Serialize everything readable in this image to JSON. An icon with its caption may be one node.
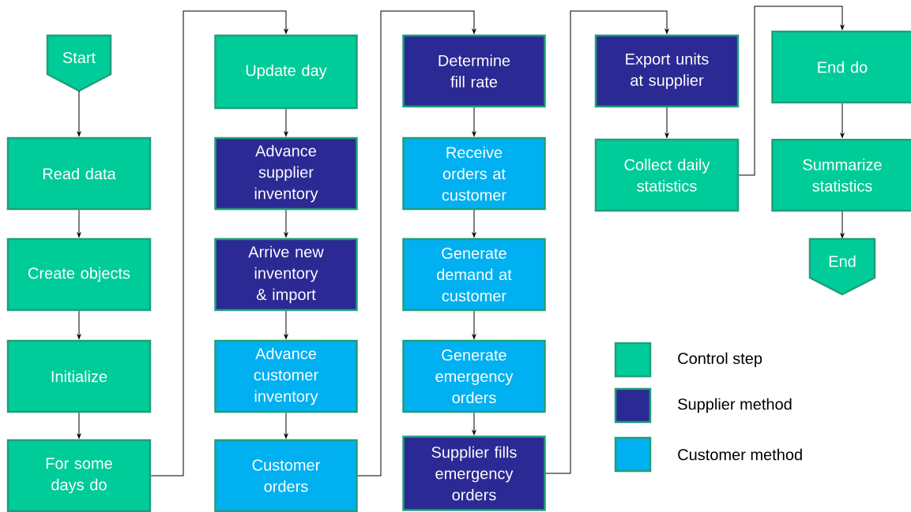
{
  "diagram": {
    "nodes": [
      {
        "text": [
          "Start"
        ]
      },
      {
        "text": [
          "Read data"
        ]
      },
      {
        "text": [
          "Create objects"
        ]
      },
      {
        "text": [
          "Initialize"
        ]
      },
      {
        "text": [
          "For some days do"
        ]
      },
      {
        "text": [
          "Update day"
        ]
      },
      {
        "text": [
          "Advance supplier inventory"
        ]
      },
      {
        "text": [
          "Arrive new inventory & import"
        ]
      },
      {
        "text": [
          "Advance customer inventory"
        ]
      },
      {
        "text": [
          "Customer orders"
        ]
      },
      {
        "text": [
          "Determine fill rate"
        ]
      },
      {
        "text": [
          "Receive orders at customer"
        ]
      },
      {
        "text": [
          "Generate demand at customer"
        ]
      },
      {
        "text": [
          "Generate emergency orders"
        ]
      },
      {
        "text": [
          "Supplier fills emergency orders"
        ]
      },
      {
        "text": [
          "Export units at supplier"
        ]
      },
      {
        "text": [
          "Collect daily statistics"
        ]
      },
      {
        "text": [
          "End do"
        ]
      },
      {
        "text": [
          "Summarize statistics"
        ]
      },
      {
        "text": [
          "End"
        ]
      }
    ],
    "edges": [
      {
        "from": 0,
        "to": 1,
        "arrow": "to"
      },
      {
        "from": 1,
        "to": 2,
        "arrow": "to"
      },
      {
        "from": 2,
        "to": 3,
        "arrow": "to"
      },
      {
        "from": 3,
        "to": 4,
        "arrow": "to"
      },
      {
        "from": 4,
        "to": 5,
        "arrow": "to"
      },
      {
        "from": 5,
        "to": 6,
        "arrow": "to"
      },
      {
        "from": 6,
        "to": 7,
        "arrow": "to"
      },
      {
        "from": 7,
        "to": 8,
        "arrow": "to"
      },
      {
        "from": 8,
        "to": 9,
        "arrow": "to"
      },
      {
        "from": 9,
        "to": 10,
        "arrow": "to"
      },
      {
        "from": 10,
        "to": 11,
        "arrow": "to"
      },
      {
        "from": 11,
        "to": 12,
        "arrow": "to"
      },
      {
        "from": 12,
        "to": 13,
        "arrow": "to"
      },
      {
        "from": 13,
        "to": 14,
        "arrow": "to"
      },
      {
        "from": 14,
        "to": 15,
        "arrow": "to"
      },
      {
        "from": 15,
        "to": 16,
        "arrow": "to"
      },
      {
        "from": 16,
        "to": 17,
        "arrow": "to"
      },
      {
        "from": 17,
        "to": 18,
        "arrow": "to"
      },
      {
        "from": 18,
        "to": 19,
        "arrow": "to"
      }
    ],
    "legend": [
      {
        "text": "Control step",
        "color": "#00cc99"
      },
      {
        "text": "Supplier method",
        "color": "#2b2a94"
      },
      {
        "text": "Customer method",
        "color": "#00b0f0"
      }
    ]
  }
}
